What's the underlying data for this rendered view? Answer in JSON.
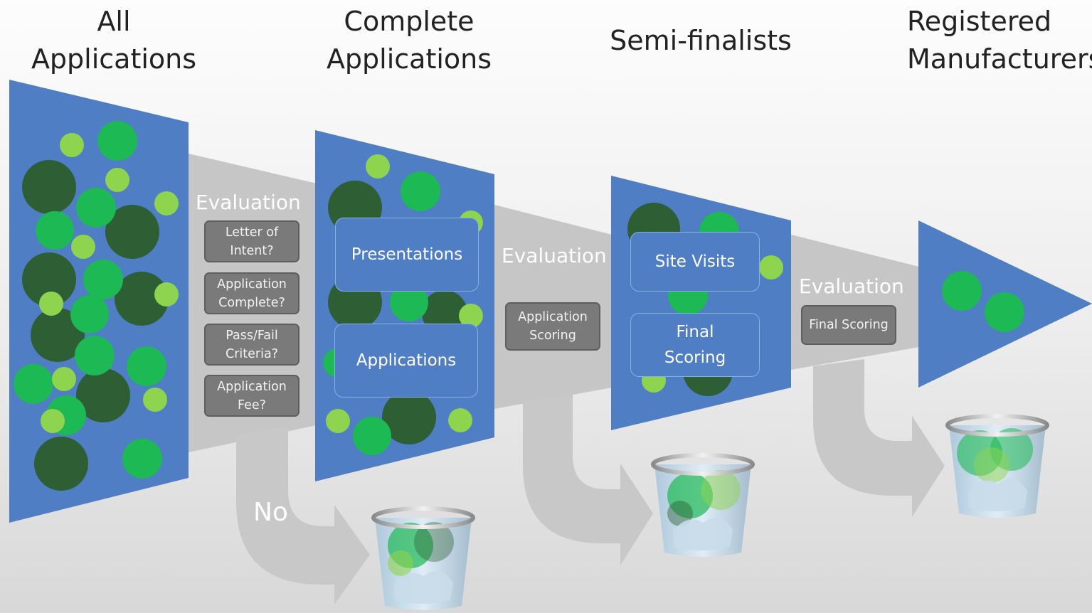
{
  "stages": [
    {
      "title": "All\nApplications"
    },
    {
      "title": "Complete\nApplications"
    },
    {
      "title": "Semi-finalists"
    },
    {
      "title": "Registered\nManufacturers"
    }
  ],
  "evaluations": [
    {
      "label": "Evaluation",
      "criteria": [
        "Letter of\nIntent?",
        "Application\nComplete?",
        "Pass/Fail\nCriteria?",
        "Application\nFee?"
      ],
      "reject_label": "No"
    },
    {
      "label": "Evaluation",
      "criteria": [
        "Application\nScoring"
      ]
    },
    {
      "label": "Evaluation",
      "criteria": [
        "Final Scoring"
      ]
    }
  ],
  "steps": {
    "complete": [
      "Presentations",
      "Applications"
    ],
    "semifinal": [
      "Site Visits",
      "Final\nScoring"
    ]
  },
  "colors": {
    "funnel_blue": "#4f7ec4",
    "bubble_dark": "#2d5e34",
    "bubble_mid": "#1db954",
    "bubble_light": "#8ed44e",
    "flow_gray": "#c4c4c4"
  },
  "icons": [
    "recycle-bin-icon",
    "recycle-bin-icon",
    "recycle-bin-icon",
    "recycle-bin-icon"
  ]
}
